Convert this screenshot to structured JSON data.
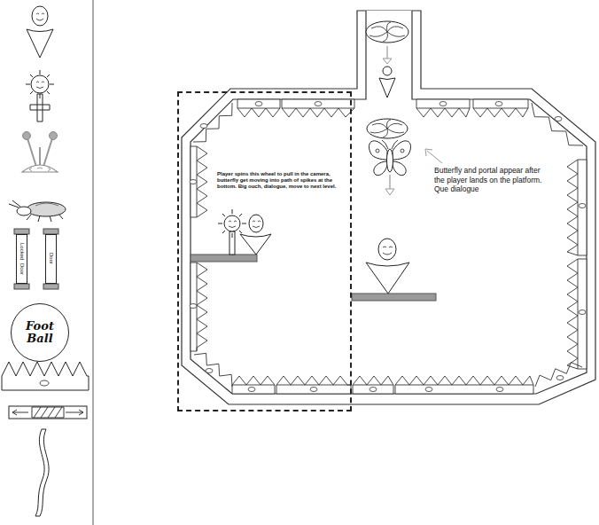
{
  "diagram": {
    "nodes": [
      {
        "text": [
          "Locked",
          "Door"
        ]
      },
      {
        "text": [
          "Door"
        ]
      },
      {
        "text": [
          "Foot Ball"
        ]
      },
      {
        "text": [
          "Player spins this wheel to pull in the camera, butterfly get moving into path of spikes at the bottom. Big ouch, dialogue, move to next level."
        ]
      }
    ],
    "labels": [
      "Butterfly and portal appear after the player lands on the platform. Que dialogue"
    ]
  }
}
